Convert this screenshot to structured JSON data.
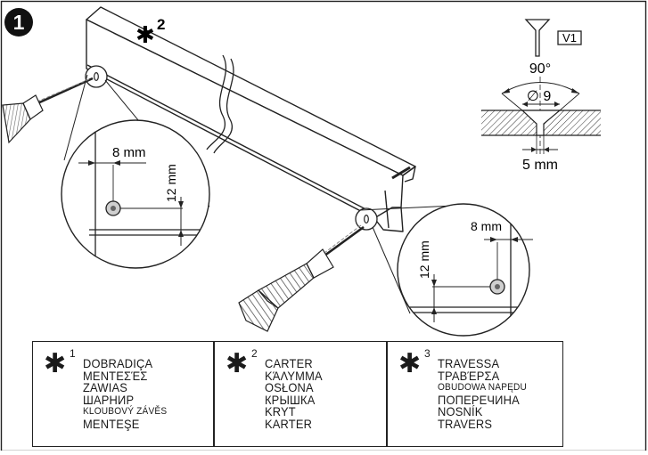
{
  "step": {
    "number": "1"
  },
  "callout_star2": {
    "star": "✱",
    "number": "2"
  },
  "details": {
    "left": {
      "h_dimension": "8 mm",
      "v_dimension": "12 mm"
    },
    "right": {
      "h_dimension": "8 mm",
      "v_dimension": "12 mm"
    }
  },
  "screw_spec": {
    "code": "V1",
    "angle": "90°",
    "diameter": "∅ 9",
    "depth": "5 mm"
  },
  "legend": [
    {
      "star": "✱",
      "number": "1",
      "items": [
        "DOBRADIÇA",
        "MENTEΣΈς",
        "ZAWIAS",
        "ШАРНИР",
        "KLOUBOVÝ ZÁVĚS",
        "MENTEŞE"
      ]
    },
    {
      "star": "✱",
      "number": "2",
      "items": [
        "CARTER",
        "ΚΆΛΥΜΜΑ",
        "OSŁONA",
        "КРЫШКА",
        "KRYT",
        "KARTER"
      ]
    },
    {
      "star": "✱",
      "number": "3",
      "items": [
        "TRAVESSA",
        "ΤΡΑΒΈΡΣΑ",
        "OBUDOWA NAPĘDU",
        "ПОПЕРЕЧИНА",
        "NOSNÍK",
        "TRAVERS"
      ]
    }
  ]
}
